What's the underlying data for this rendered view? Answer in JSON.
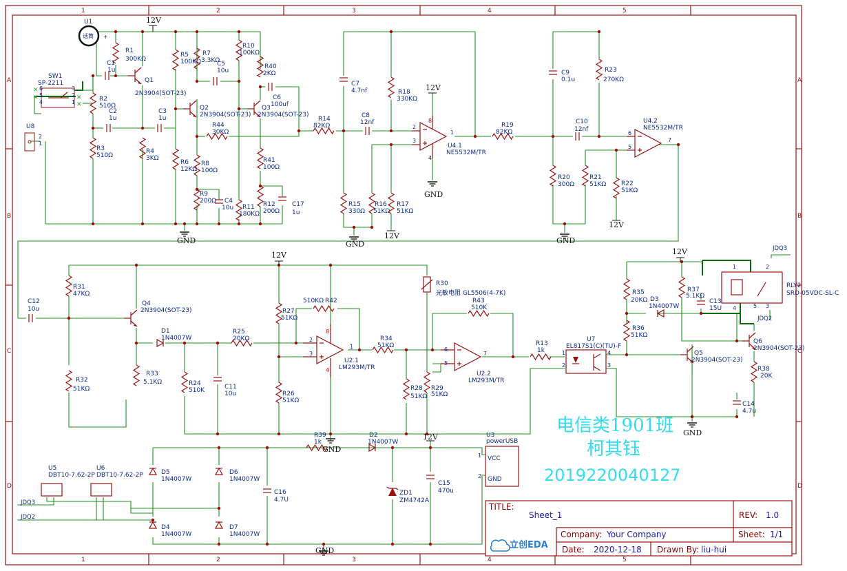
{
  "frame": {
    "cols": [
      "1",
      "2",
      "3",
      "4",
      "5"
    ],
    "rows": [
      "A",
      "B",
      "C",
      "D"
    ]
  },
  "title_block": {
    "title_label": "TITLE:",
    "title": "Sheet_1",
    "rev_label": "REV:",
    "rev": "1.0",
    "company_label": "Company:",
    "company": "Your Company",
    "sheet_label": "Sheet:",
    "sheet": "1/1",
    "date_label": "Date:",
    "date": "2020-12-18",
    "drawn_label": "Drawn By:",
    "drawn": "liu-hui",
    "logo": "立创EDA"
  },
  "watermark": {
    "class_name": "电信类1901班",
    "student": "柯其钰",
    "student_id": "2019220040127"
  },
  "nets": {
    "gnd": "GND",
    "v12": "12V",
    "jdq3": "JDQ3",
    "jdq2": "JDQ2"
  },
  "components": {
    "U1": {
      "ref": "U1",
      "value": "话筒"
    },
    "SW1": {
      "ref": "SW1",
      "value": "SP-2211"
    },
    "U8": {
      "ref": "U8"
    },
    "R1": {
      "ref": "R1",
      "value": "300KΩ"
    },
    "R2": {
      "ref": "R2",
      "value": "510Ω"
    },
    "R3": {
      "ref": "R3",
      "value": "510Ω"
    },
    "R4": {
      "ref": "R4",
      "value": "3KΩ"
    },
    "R5": {
      "ref": "R5",
      "value": "100KΩ"
    },
    "R6": {
      "ref": "R6",
      "value": "12KΩ"
    },
    "R7": {
      "ref": "R7",
      "value": "3.3KΩ"
    },
    "R8": {
      "ref": "R8",
      "value": "100Ω"
    },
    "R9": {
      "ref": "R9",
      "value": "200Ω"
    },
    "R10": {
      "ref": "R10",
      "value": "100KΩ"
    },
    "R11": {
      "ref": "R11",
      "value": "180KΩ"
    },
    "R12": {
      "ref": "R12",
      "value": "200Ω"
    },
    "R14": {
      "ref": "R14",
      "value": "82KΩ"
    },
    "R15": {
      "ref": "R15",
      "value": "330Ω"
    },
    "R16": {
      "ref": "R16",
      "value": "51KΩ"
    },
    "R17": {
      "ref": "R17",
      "value": "51KΩ"
    },
    "R18": {
      "ref": "R18",
      "value": "330KΩ"
    },
    "R19": {
      "ref": "R19",
      "value": "82KΩ"
    },
    "R20": {
      "ref": "R20",
      "value": "300Ω"
    },
    "R21": {
      "ref": "R21",
      "value": "51KΩ"
    },
    "R22": {
      "ref": "R22",
      "value": "51KΩ"
    },
    "R23": {
      "ref": "R23",
      "value": "270KΩ"
    },
    "R40": {
      "ref": "R40",
      "value": "2KΩ"
    },
    "R41": {
      "ref": "R41",
      "value": "100Ω"
    },
    "R44": {
      "ref": "R44",
      "value": "30KΩ"
    },
    "C1": {
      "ref": "C1",
      "value": "1u"
    },
    "C2": {
      "ref": "C2",
      "value": "1u"
    },
    "C3": {
      "ref": "C3",
      "value": "1u"
    },
    "C4": {
      "ref": "C4",
      "value": "10u"
    },
    "C5": {
      "ref": "C5",
      "value": "10u"
    },
    "C6": {
      "ref": "C6",
      "value": "100uf"
    },
    "C7": {
      "ref": "C7",
      "value": "4.7nf"
    },
    "C8": {
      "ref": "C8",
      "value": "12nf"
    },
    "C9": {
      "ref": "C9",
      "value": "0.1u"
    },
    "C10": {
      "ref": "C10",
      "value": "12nf"
    },
    "C17": {
      "ref": "C17",
      "value": "1u"
    },
    "Q1": {
      "ref": "Q1",
      "value": "2N3904(SOT-23)"
    },
    "Q2": {
      "ref": "Q2",
      "value": "2N3904(SOT-23)"
    },
    "Q3": {
      "ref": "Q3",
      "value": "2N3904(SOT-23)"
    },
    "U41": {
      "ref": "U4.1",
      "value": "NE5532M/TR"
    },
    "U42": {
      "ref": "U4.2",
      "value": "NE5532M/TR"
    },
    "C12": {
      "ref": "C12",
      "value": "10u"
    },
    "R31": {
      "ref": "R31",
      "value": "47KΩ"
    },
    "R32": {
      "ref": "R32",
      "value": "51KΩ"
    },
    "Q4": {
      "ref": "Q4",
      "value": "2N3904(SOT-23)"
    },
    "R33": {
      "ref": "R33",
      "value": "5.1KΩ"
    },
    "D1": {
      "ref": "D1",
      "value": "1N4007W"
    },
    "R24": {
      "ref": "R24",
      "value": "510K"
    },
    "C11": {
      "ref": "C11",
      "value": "10u"
    },
    "R25": {
      "ref": "R25",
      "value": "20KΩ"
    },
    "R27": {
      "ref": "R27",
      "value": "51KΩ"
    },
    "R42": {
      "ref": "R42",
      "value": "510KΩ"
    },
    "R26": {
      "ref": "R26",
      "value": "51KΩ"
    },
    "U21": {
      "ref": "U2.1",
      "value": "LM293M/TR"
    },
    "R34": {
      "ref": "R34",
      "value": "51KΩ"
    },
    "R28": {
      "ref": "R28",
      "value": "51KΩ"
    },
    "R29": {
      "ref": "R29",
      "value": "51KΩ"
    },
    "R30": {
      "ref": "R30",
      "value": "光敏电阻 GL5506(4-7K)"
    },
    "R43": {
      "ref": "R43",
      "value": "510K"
    },
    "U22": {
      "ref": "U2.2",
      "value": "LM293M/TR"
    },
    "R13": {
      "ref": "R13",
      "value": "1k"
    },
    "U7": {
      "ref": "U7",
      "value": "EL817S1(C)(TU)-F"
    },
    "R35": {
      "ref": "R35",
      "value": "20KΩ"
    },
    "R36": {
      "ref": "R36",
      "value": "51KΩ"
    },
    "R37": {
      "ref": "R37",
      "value": "5.1KΩ"
    },
    "D3": {
      "ref": "D3",
      "value": "1N4007W"
    },
    "C13": {
      "ref": "C13",
      "value": "15U"
    },
    "Q5": {
      "ref": "Q5",
      "value": "2N3904(SOT-23)"
    },
    "Q6": {
      "ref": "Q6",
      "value": "2N3904(SOT-23)"
    },
    "R38": {
      "ref": "R38",
      "value": "20K"
    },
    "C14": {
      "ref": "C14",
      "value": "4.7u"
    },
    "RLY2": {
      "ref": "RLY2",
      "value": "SRD-05VDC-SL-C"
    },
    "U5": {
      "ref": "U5",
      "value": "DBT10-7.62-2P"
    },
    "U6": {
      "ref": "U6",
      "value": "DBT10-7.62-2P"
    },
    "D4": {
      "ref": "D4",
      "value": "1N4007W"
    },
    "D5": {
      "ref": "D5",
      "value": "1N4007W"
    },
    "D6": {
      "ref": "D6",
      "value": "1N4007W"
    },
    "D7": {
      "ref": "D7",
      "value": "1N4007W"
    },
    "C16": {
      "ref": "C16",
      "value": "4.7U"
    },
    "R39": {
      "ref": "R39",
      "value": "1k"
    },
    "D2": {
      "ref": "D2",
      "value": "1N4007W"
    },
    "ZD1": {
      "ref": "ZD1",
      "value": "ZM4742A"
    },
    "C15": {
      "ref": "C15",
      "value": "470u"
    },
    "U3": {
      "ref": "U3",
      "value": "powerUSB"
    }
  },
  "pins": {
    "vcc": "VCC",
    "gnd": "GND",
    "p1": "1",
    "p2": "2",
    "p3": "3",
    "p4": "4",
    "p5": "5",
    "p6": "6",
    "p7": "7",
    "p8": "8"
  }
}
